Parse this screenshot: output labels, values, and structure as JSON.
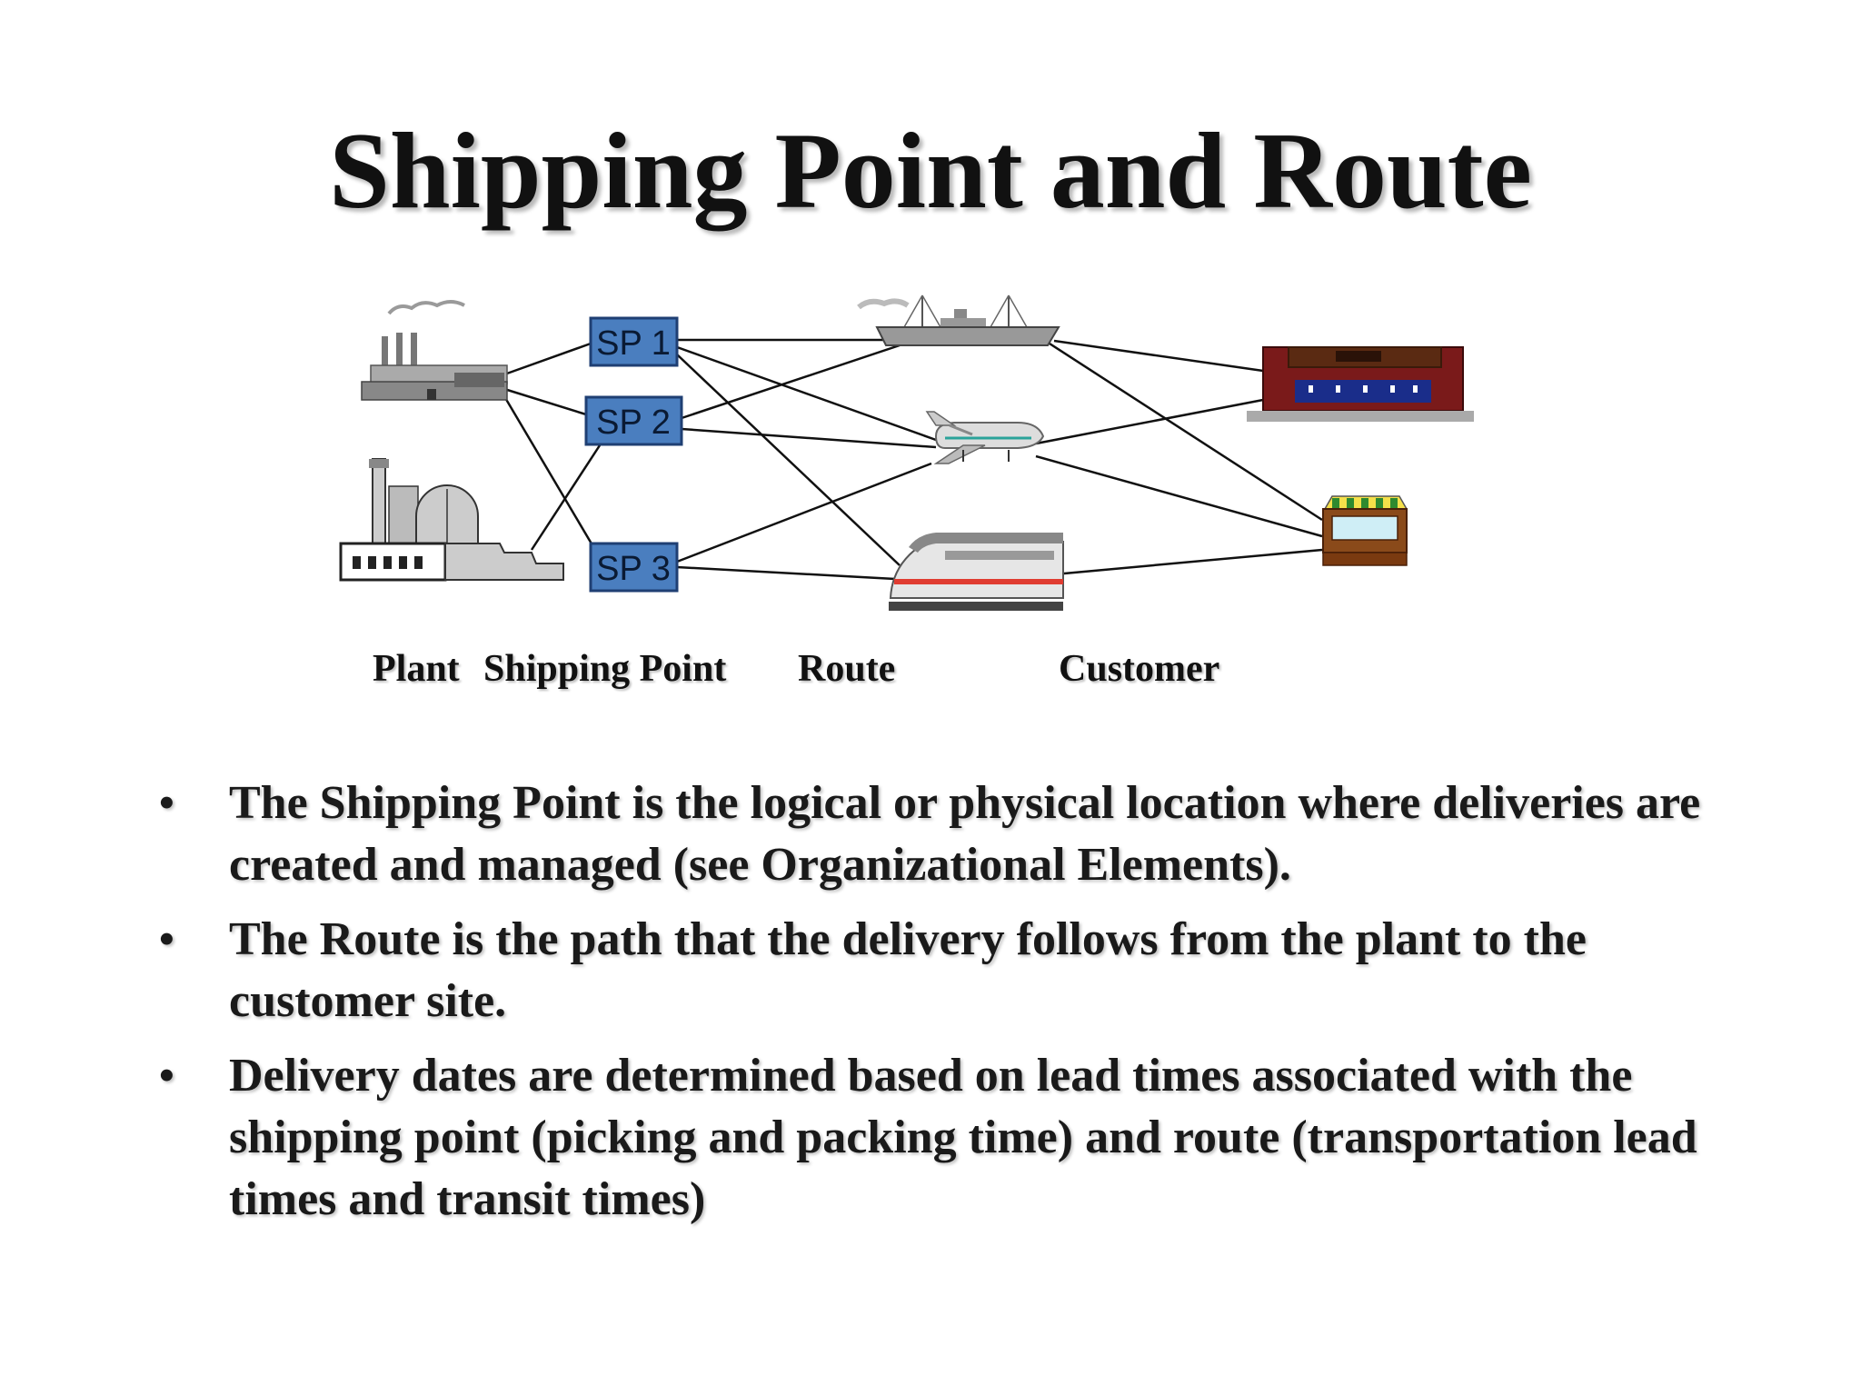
{
  "title": "Shipping Point and Route",
  "diagram": {
    "shipping_points": [
      "SP 1",
      "SP 2",
      "SP 3"
    ],
    "column_labels": {
      "plant": "Plant",
      "shipping_point": "Shipping Point",
      "route": "Route",
      "customer": "Customer"
    },
    "icons": [
      "factory-icon",
      "power-plant-icon",
      "ship-icon",
      "airplane-icon",
      "train-icon",
      "store-icon",
      "market-stall-icon"
    ],
    "colors": {
      "sp_box_fill": "#4a7ebf",
      "sp_box_border": "#1f3f73"
    }
  },
  "bullets": [
    "The Shipping Point is the logical or physical location where deliveries are created and managed (see Organizational Elements).",
    "The Route is the path that the delivery follows from the plant to the customer site.",
    "Delivery dates are determined based on lead times associated with the shipping point (picking and packing time) and route (transportation lead times and transit times)"
  ]
}
